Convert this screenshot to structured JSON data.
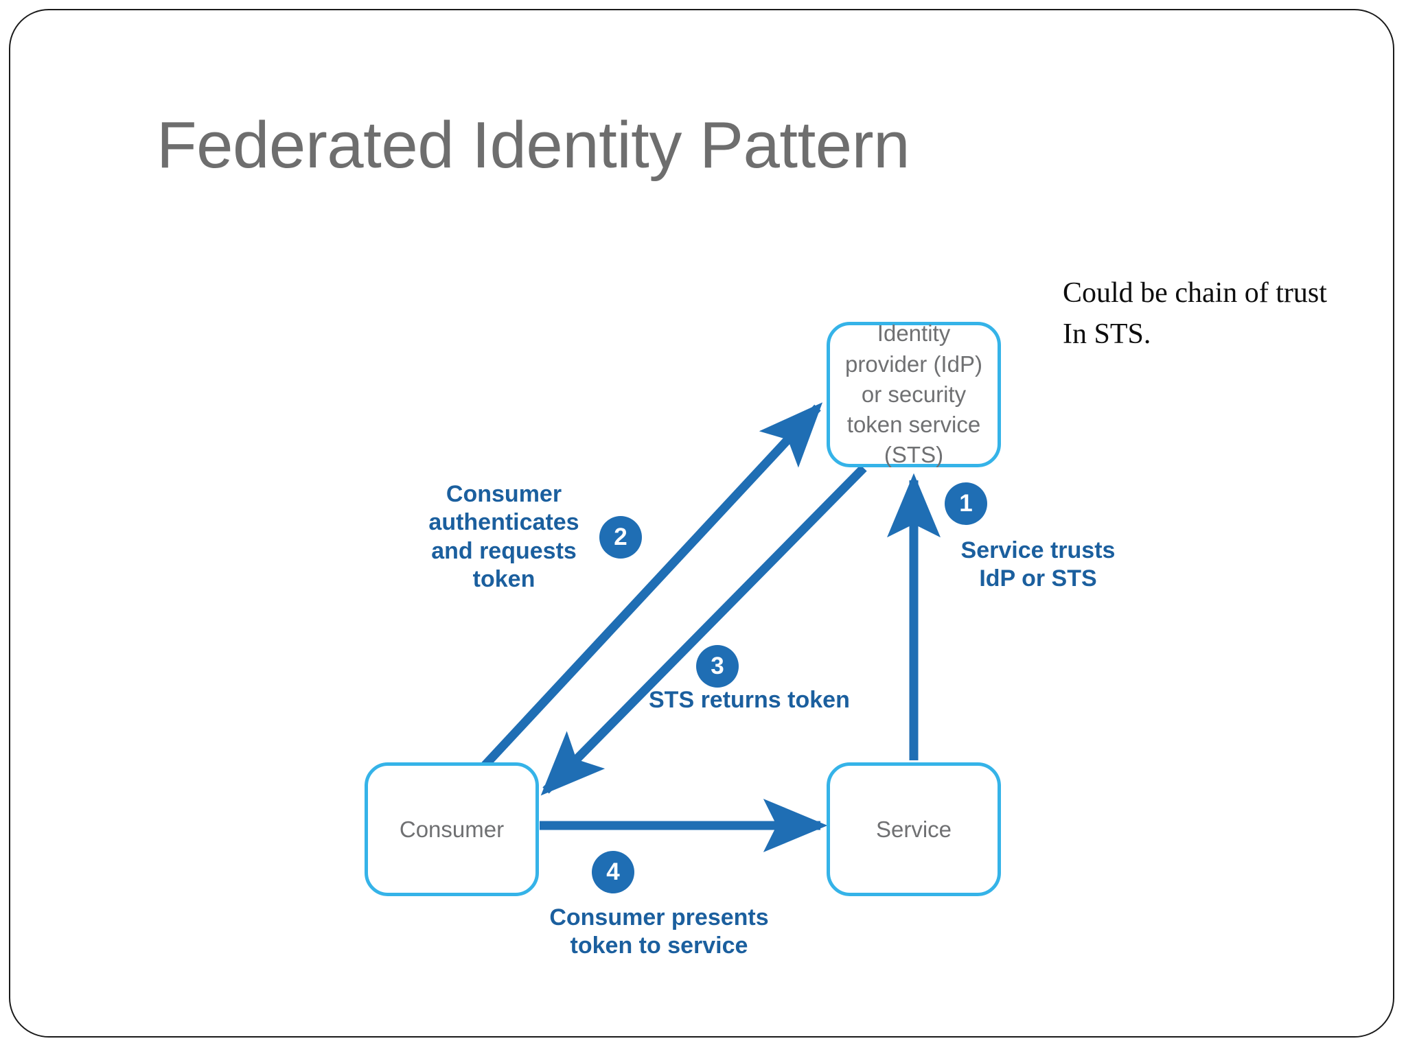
{
  "slide": {
    "title": "Federated Identity Pattern",
    "background_color": "#ffffff",
    "frame_color": "#1a1a1a",
    "title_color": "#6e6e6e"
  },
  "annotation": {
    "line1": "Could be chain of trust",
    "line2": "In STS."
  },
  "diagram": {
    "accent_box_color": "#35b3e8",
    "arrow_color": "#1f6eb4",
    "badge_color": "#1f6eb4",
    "caption_color": "#1b5f9e",
    "node_label_color": "#6f7072",
    "nodes": {
      "idp": "Identity\nprovider (IdP)\nor security\ntoken service\n(STS)",
      "consumer": "Consumer",
      "service": "Service"
    },
    "steps": [
      {
        "number": "1",
        "caption": "Service trusts\nIdP or STS"
      },
      {
        "number": "2",
        "caption": "Consumer\nauthenticates\nand requests\ntoken"
      },
      {
        "number": "3",
        "caption": "STS returns token"
      },
      {
        "number": "4",
        "caption": "Consumer presents\ntoken to service"
      }
    ]
  }
}
